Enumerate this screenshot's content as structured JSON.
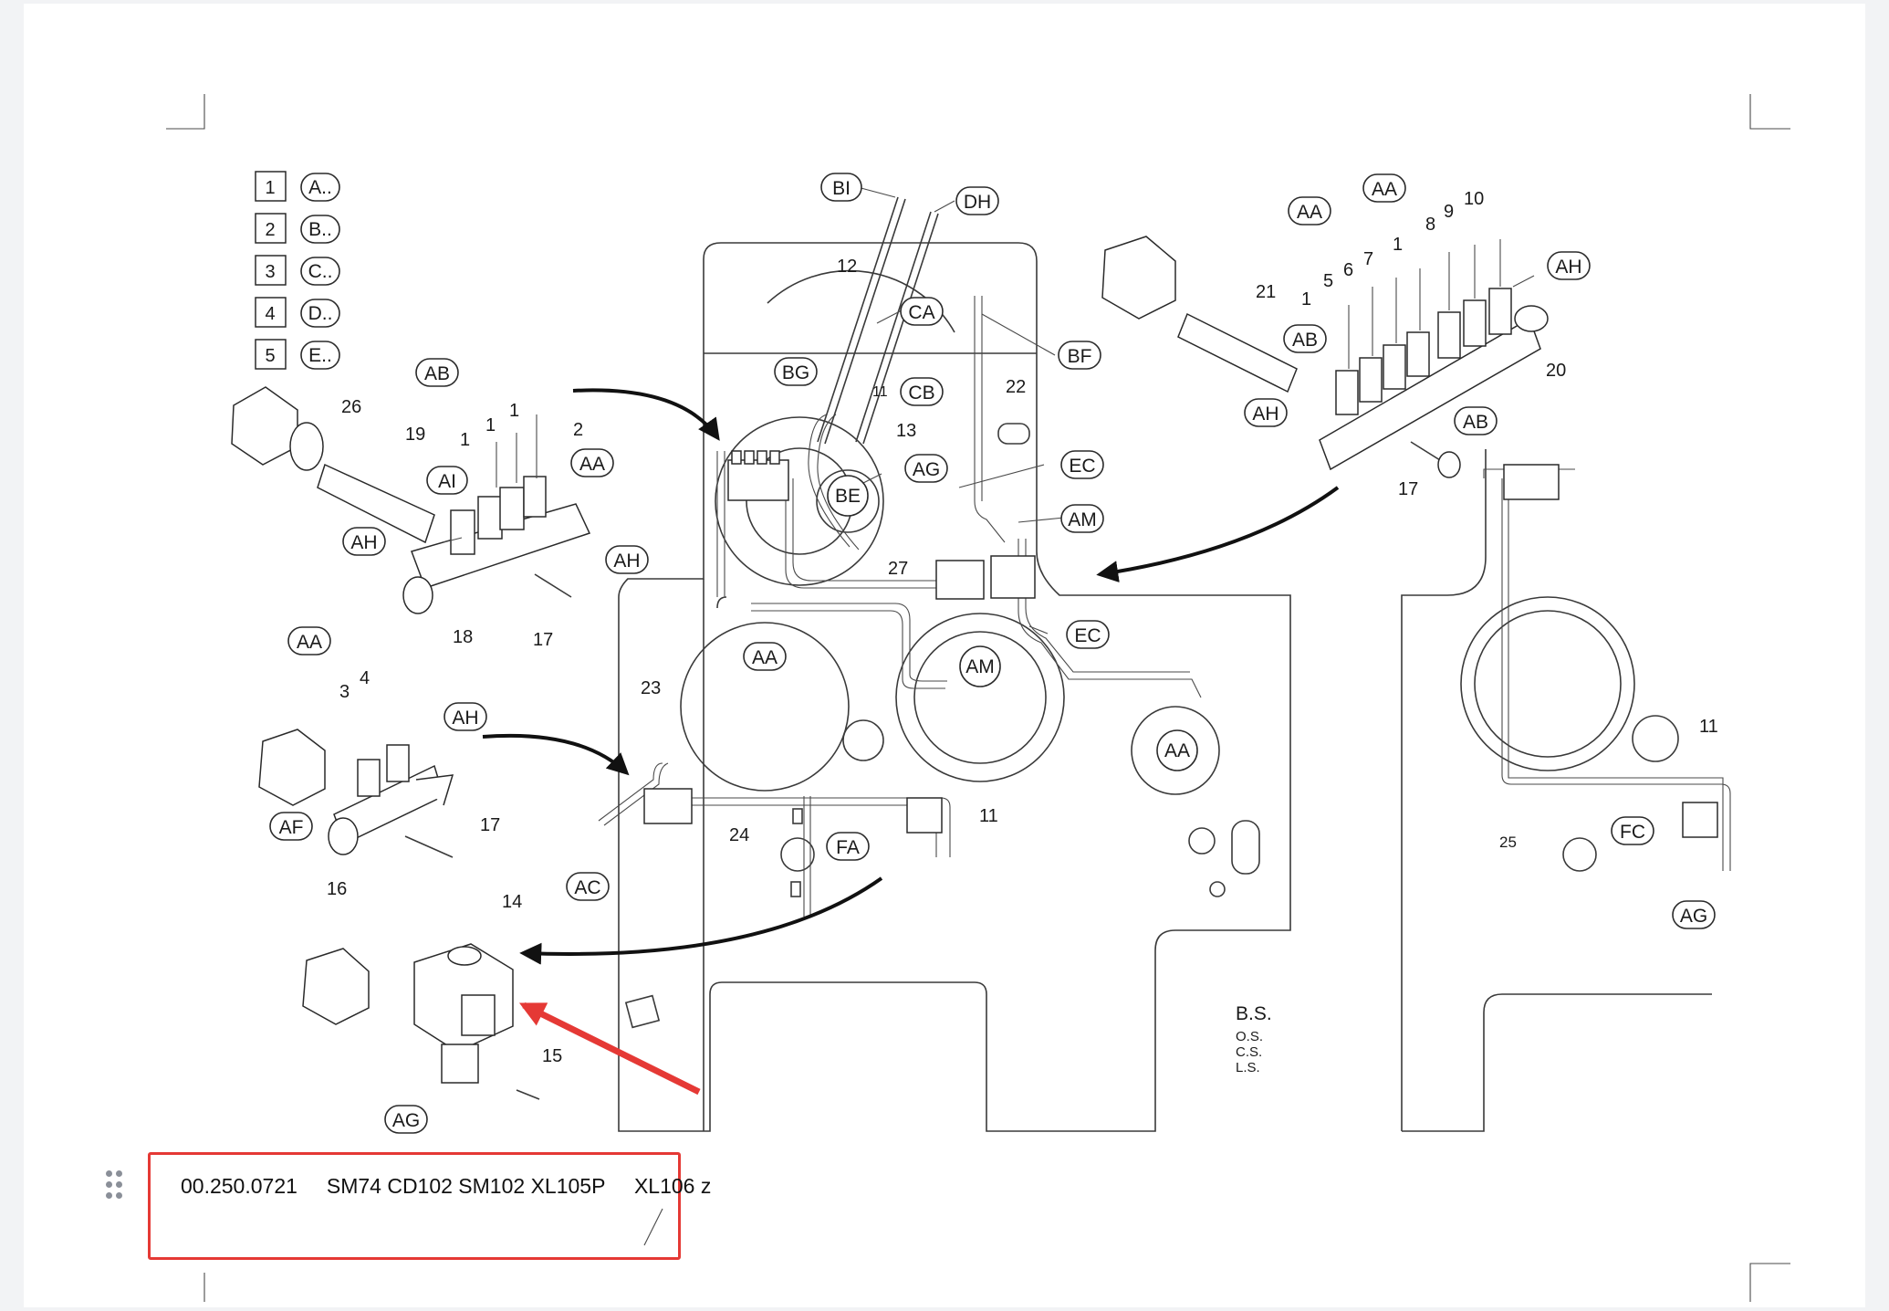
{
  "legend": [
    {
      "num": "1",
      "label": "A.."
    },
    {
      "num": "2",
      "label": "B.."
    },
    {
      "num": "3",
      "label": "C.."
    },
    {
      "num": "4",
      "label": "D.."
    },
    {
      "num": "5",
      "label": "E.."
    }
  ],
  "callouts": {
    "BI": "BI",
    "DH": "DH",
    "CA": "CA",
    "BF": "BF",
    "BG": "BG",
    "CB": "CB",
    "AG": "AG",
    "BE": "BE",
    "EC": "EC",
    "AM": "AM",
    "AA": "AA",
    "AB": "AB",
    "AH": "AH",
    "AI": "AI",
    "AF": "AF",
    "AC": "AC",
    "FA": "FA",
    "FC": "FC"
  },
  "part_numbers": {
    "p1": "1",
    "p2": "2",
    "p3": "3",
    "p4": "4",
    "p5": "5",
    "p6": "6",
    "p7": "7",
    "p8": "8",
    "p9": "9",
    "p10": "10",
    "p11": "11",
    "p12": "12",
    "p13": "13",
    "p14": "14",
    "p15": "15",
    "p16": "16",
    "p17": "17",
    "p18": "18",
    "p19": "19",
    "p20": "20",
    "p21": "21",
    "p22": "22",
    "p23": "23",
    "p24": "24",
    "p25": "25",
    "p26": "26",
    "p27": "27"
  },
  "side_labels": {
    "title": "B.S.",
    "os": "O.S.",
    "cs": "C.S.",
    "ls": "L.S."
  },
  "caption": "00.250.0721     SM74 CD102 SM102 XL105P     XL106 z",
  "colors": {
    "highlight": "#e53935",
    "line": "#3a3a3a",
    "arrow": "#111111"
  }
}
